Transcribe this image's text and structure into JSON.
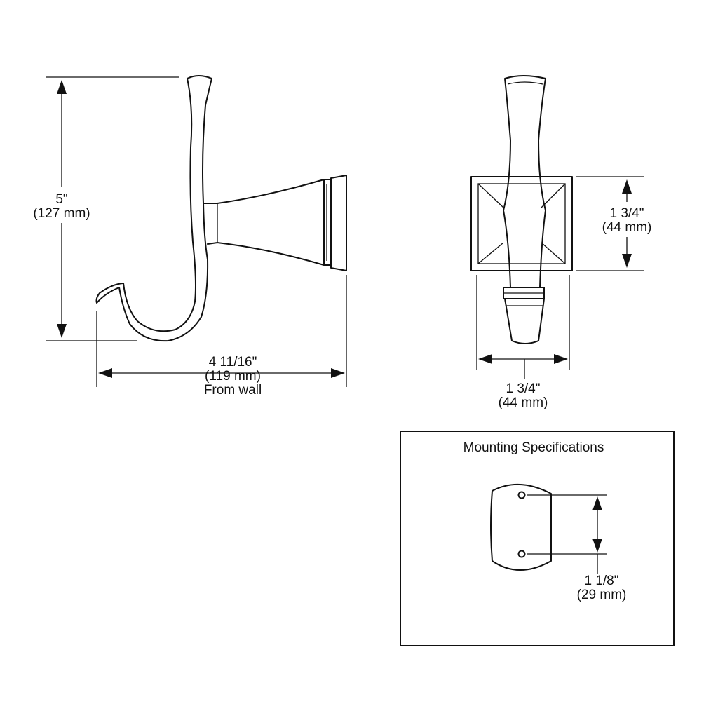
{
  "side_view": {
    "height_in": "5\"",
    "height_mm": "(127 mm)",
    "depth_in": "4 11/16\"",
    "depth_mm": "(119 mm)",
    "depth_note": "From wall"
  },
  "front_view": {
    "plate_height_in": "1 3/4\"",
    "plate_height_mm": "(44 mm)",
    "plate_width_in": "1 3/4\"",
    "plate_width_mm": "(44 mm)"
  },
  "mounting": {
    "title": "Mounting Specifications",
    "hole_spacing_in": "1 1/8\"",
    "hole_spacing_mm": "(29 mm)"
  },
  "colors": {
    "ink": "#111111",
    "background": "#ffffff"
  }
}
